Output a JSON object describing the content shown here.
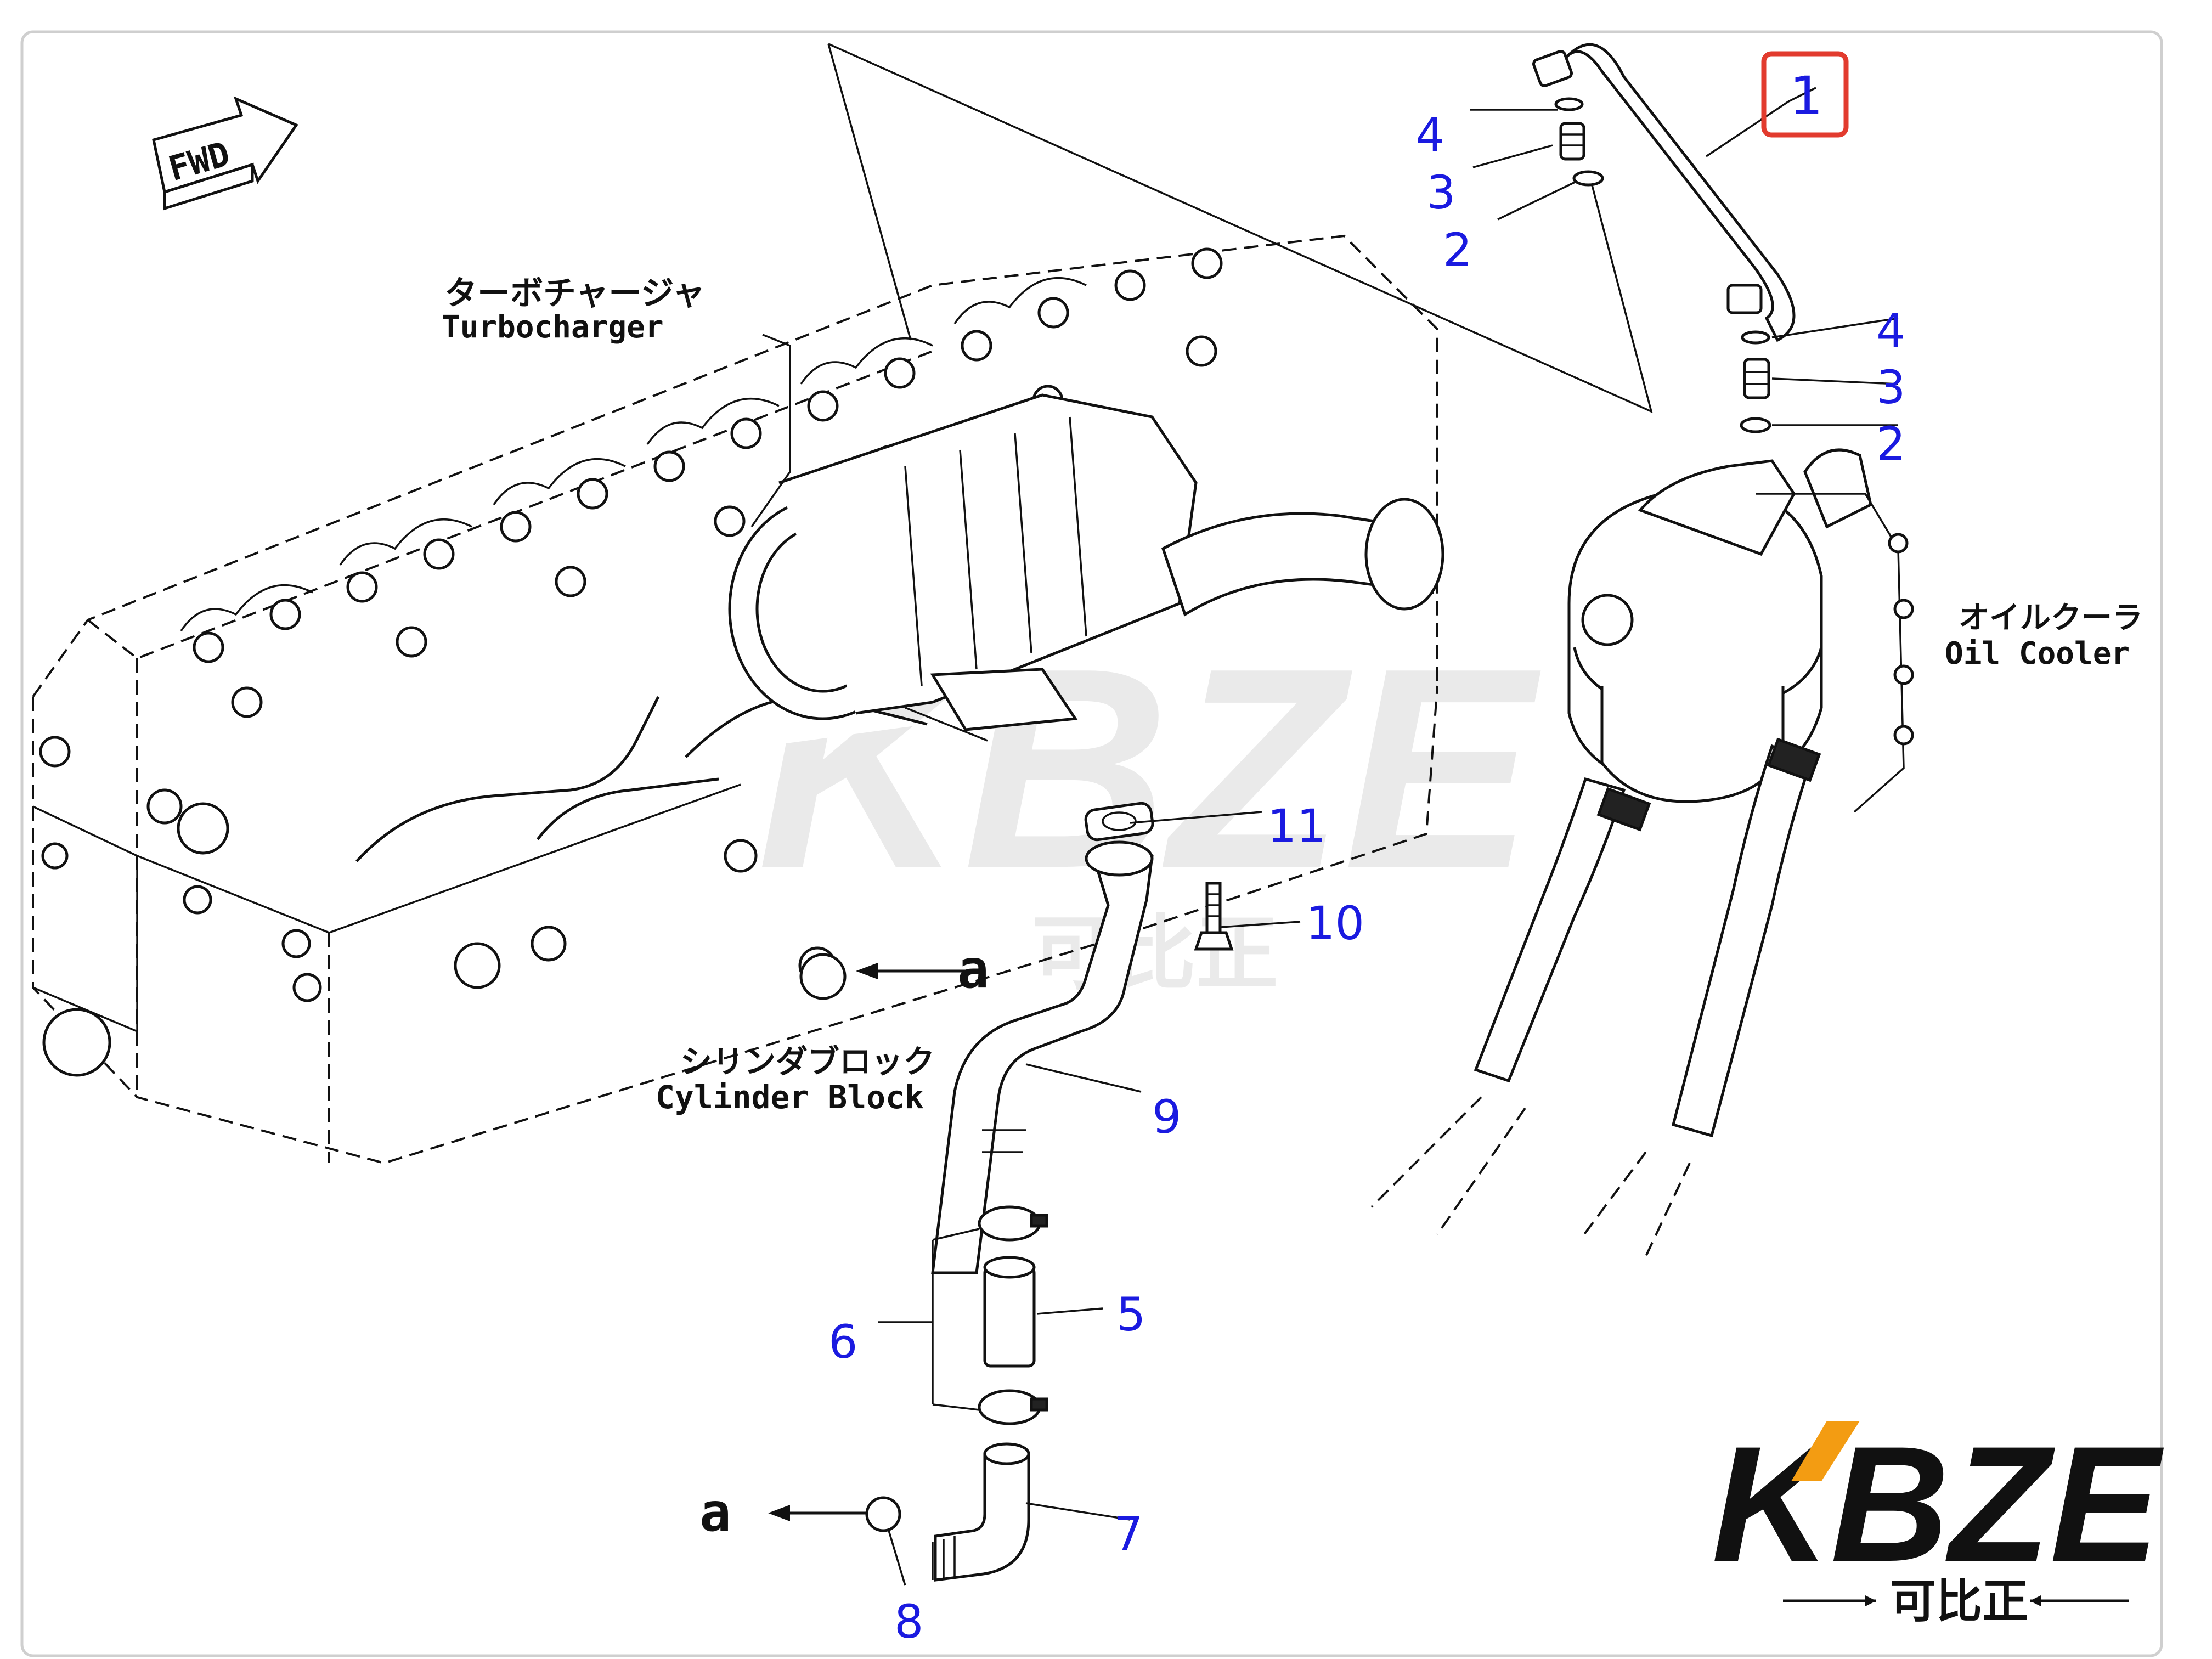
{
  "diagram": {
    "fwd_label": "FWD",
    "turbocharger": {
      "jp": "ターボチャージャ",
      "en": "Turbocharger"
    },
    "oil_cooler": {
      "jp": "オイルクーラ",
      "en": "Oil Cooler"
    },
    "cylinder_block": {
      "jp": "シリンダブロック",
      "en": "Cylinder Block"
    },
    "ref_a": "a",
    "callouts": {
      "c1": "1",
      "c2a": "2",
      "c3a": "3",
      "c4a": "4",
      "c2b": "2",
      "c3b": "3",
      "c4b": "4",
      "c5": "5",
      "c6": "6",
      "c7": "7",
      "c8": "8",
      "c9": "9",
      "c10": "10",
      "c11": "11"
    },
    "highlighted_callout": "1",
    "highlight_color": "#e23b2e",
    "callout_color": "#1a1ae0"
  },
  "logo": {
    "brand": "KBZE",
    "chinese": "可比正",
    "watermark_brand": "KBZE",
    "watermark_chinese": "可比正"
  }
}
